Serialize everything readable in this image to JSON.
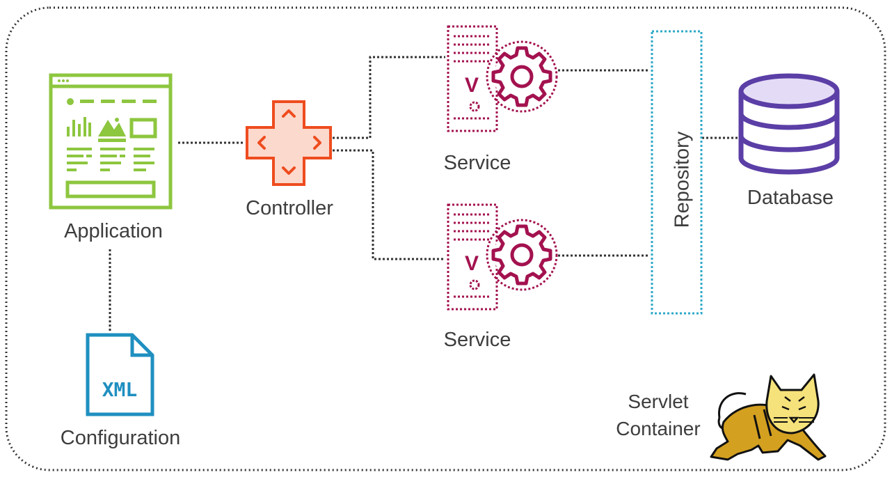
{
  "colors": {
    "application": "#8dc63f",
    "controller": "#ee4c1e",
    "controller_fill": "#fcd9cd",
    "service": "#a3124f",
    "repository": "#2ea8c8",
    "database": "#5b3ea6",
    "database_fill": "#e4dcf6",
    "configuration": "#1f8fc0",
    "connector": "#333333",
    "label": "#3d3d3d"
  },
  "labels": {
    "application": "Application",
    "controller": "Controller",
    "service_top": "Service",
    "service_bottom": "Service",
    "repository": "Repository",
    "database": "Database",
    "configuration": "Configuration",
    "config_file_text": "XML",
    "servlet_line1": "Servlet",
    "servlet_line2": "Container"
  },
  "icons": {
    "application": "web-app-window-icon",
    "controller": "directional-pad-icon",
    "service": "server-gear-icon",
    "database": "database-cylinder-icon",
    "configuration": "xml-file-icon",
    "servlet_container": "tomcat-cat-logo-icon"
  }
}
